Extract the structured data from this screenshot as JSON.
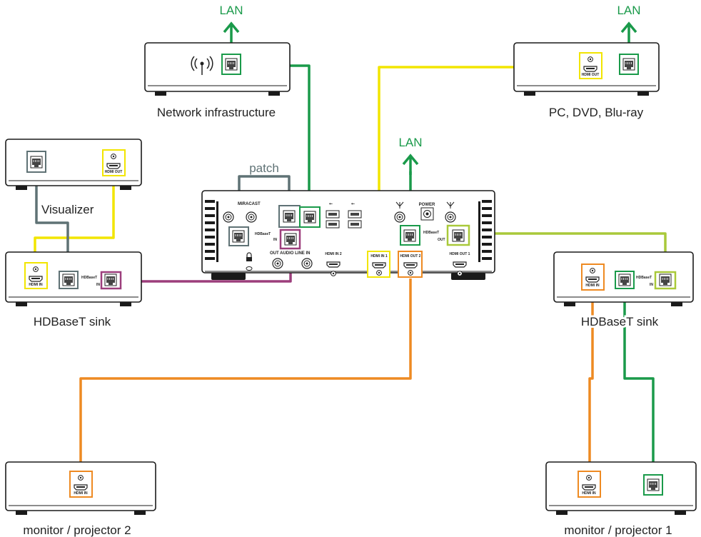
{
  "labels": {
    "network": "Network infrastructure",
    "pc": "PC, DVD, Blu-ray",
    "visualizer": "Visualizer",
    "sink_left": "HDBaseT sink",
    "sink_right": "HDBaseT sink",
    "monitor2": "monitor / projector 2",
    "monitor1": "monitor / projector 1",
    "patch": "patch",
    "lan": "LAN"
  },
  "port_labels": {
    "hdmi_out": "HDMI OUT",
    "hdmi_in": "HDMI IN",
    "hdbaset": "HDBaseT",
    "in": "IN",
    "out": "OUT",
    "miracast": "MIRACAST",
    "power": "POWER",
    "audio_line": "OUT  AUDIO LINE  IN",
    "hdmi_in_1": "HDMI IN 1",
    "hdmi_in_2": "HDMI IN 2",
    "hdmi_out_1": "HDMI OUT 1",
    "hdmi_out_2": "HDMI OUT 2"
  },
  "colors": {
    "lan_green": "#1a9a4a",
    "hdmi_yellow": "#f2e500",
    "hdbaset_purple": "#9c3e7c",
    "hdbaset_lime": "#a9c93a",
    "hdmi_orange": "#ee8a22",
    "patch_gray": "#5f7275"
  },
  "icons": [
    "wifi-antenna-icon",
    "ethernet-port-icon",
    "hdmi-port-icon",
    "usb-icon",
    "lock-icon",
    "antenna-icon",
    "arrow-up-icon"
  ]
}
